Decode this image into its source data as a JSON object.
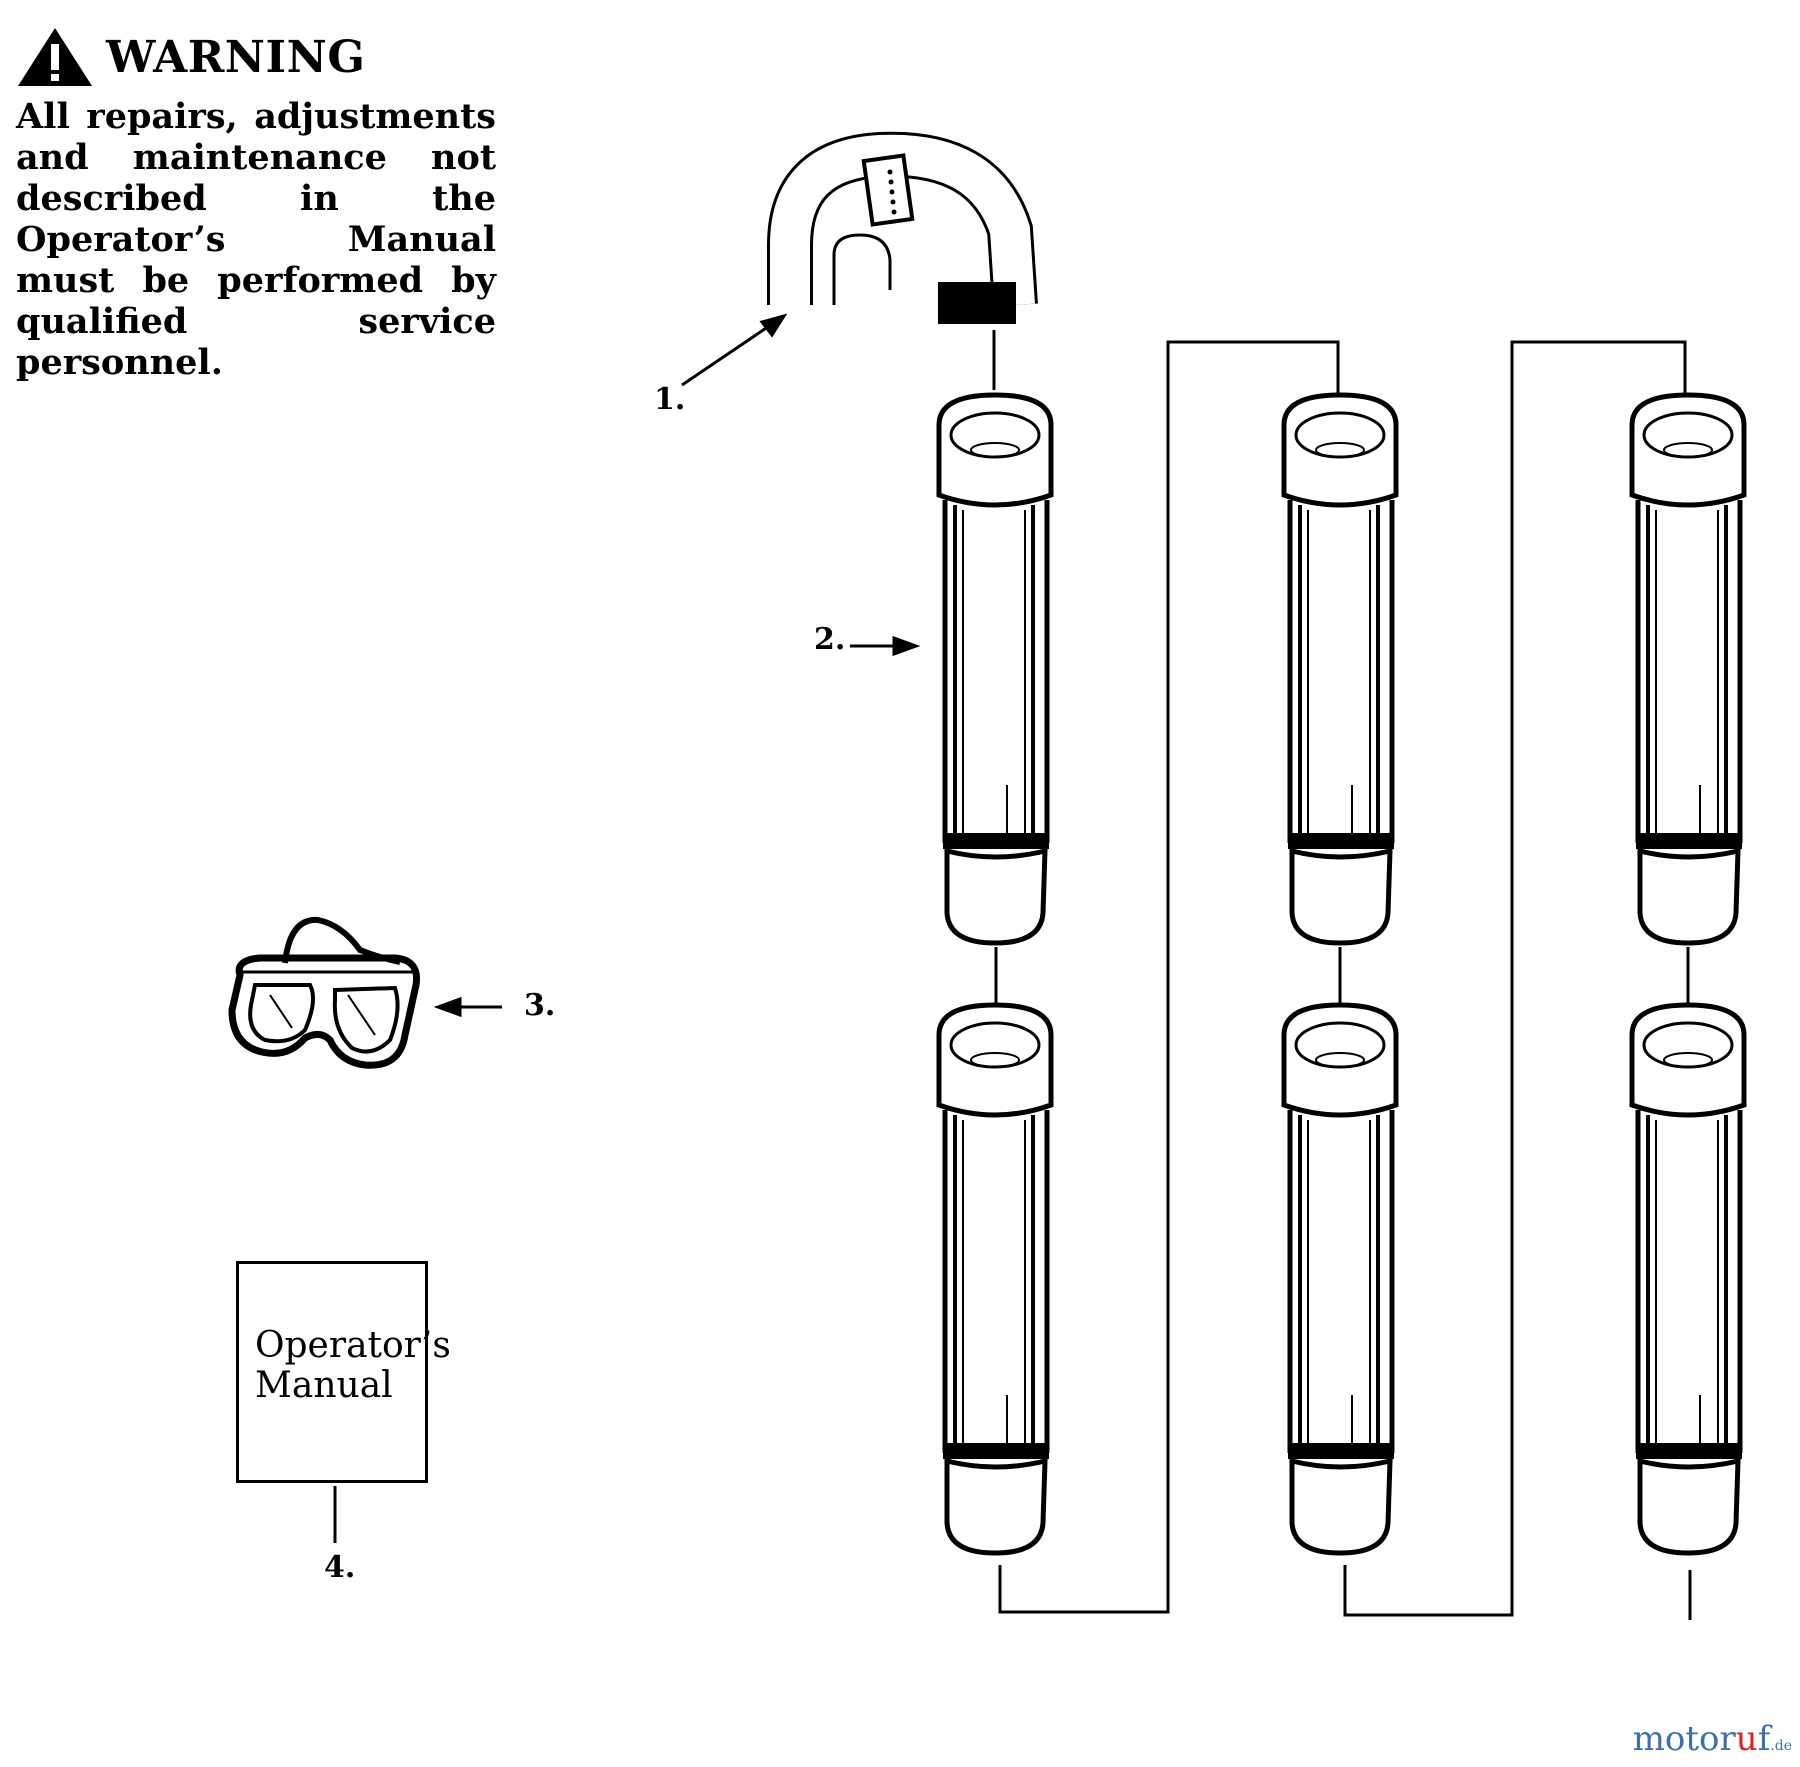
{
  "warning": {
    "heading": "WARNING",
    "body": "All repairs, adjustments and maintenance not described in the Operator’s Manual must be performed by qualified service personnel."
  },
  "parts": [
    {
      "label": "1.",
      "icon": "elbow-hose-icon"
    },
    {
      "label": "2.",
      "icon": "tube-icon"
    },
    {
      "label": "3.",
      "icon": "safety-goggles-icon"
    },
    {
      "label": "4.",
      "icon": "manual-icon"
    }
  ],
  "manual": {
    "line1": "Operator’s",
    "line2": "Manual"
  },
  "watermark": {
    "prefix": "motor",
    "accent": "u",
    "suffix": "f",
    "tld": ".de"
  }
}
